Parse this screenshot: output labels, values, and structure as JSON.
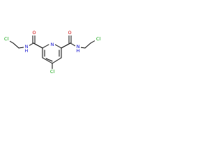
{
  "colors": {
    "chlorine": "#00a000",
    "nitrogen": "#0000cc",
    "oxygen": "#cc0000",
    "bond": "#000000"
  },
  "atoms": {
    "left_chlorine": "Cl",
    "left_amide_nitrogen": "N",
    "left_amide_hydrogen": "H",
    "left_carbonyl_oxygen": "O",
    "ring_nitrogen": "N",
    "right_carbonyl_oxygen": "O",
    "right_amide_nitrogen": "N",
    "right_amide_hydrogen": "H",
    "right_chlorine": "Cl",
    "ring_chlorine": "Cl"
  }
}
